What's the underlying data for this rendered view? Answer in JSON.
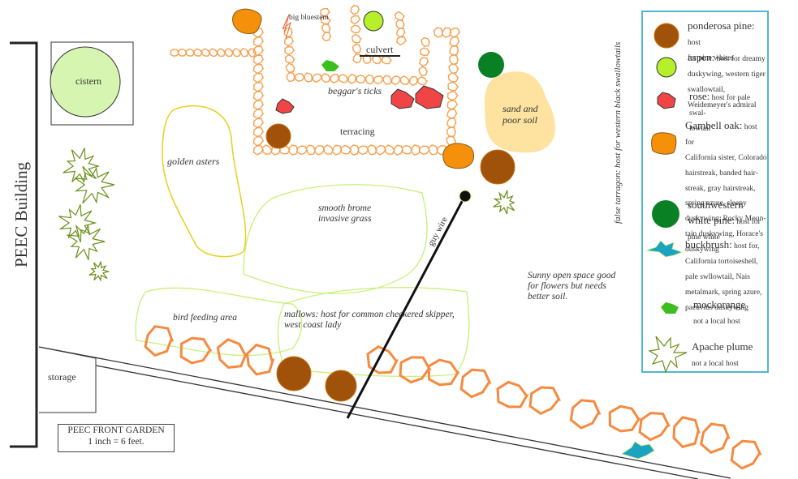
{
  "title": "PEEC FRONT GARDEN",
  "scale": "1 inch = 6 feet.",
  "building_label": "PEEC Building",
  "structures": {
    "cistern": "cistern",
    "storage": "storage",
    "culvert": "culvert",
    "guy_wire": "guy wire"
  },
  "area_labels": {
    "big_bluestem": "big bluestem",
    "beggars_ticks": "beggar's ticks",
    "terracing": "terracing",
    "sand_soil_line1": "sand and",
    "sand_soil_line2": "poor soil",
    "golden_asters": "golden asters",
    "smooth_brome_line1": "smooth brome",
    "smooth_brome_line2": "invasive grass",
    "bird_feeding": "bird feeding area",
    "mallows_line1": "mallows: host for common checkered skipper,",
    "mallows_line2": "west coast lady",
    "sunny_line1": "Sunny open space good",
    "sunny_line2": "for flowers but needs",
    "sunny_line3": "better soil.",
    "false_tarragon": "false tarragon: host for western black swallowtails"
  },
  "colors": {
    "ponderosa": "#a0520a",
    "aspen": "#b5f02a",
    "rose": "#f04545",
    "gambel_oak": "#f5900a",
    "sw_white_pine": "#0a8025",
    "buckbrush": "#1ba3c0",
    "mockorange": "#3cbf1e",
    "apache_plume": "#6a8f1a",
    "terrace_stone": "#f5a050",
    "border_stone": "#f58a40",
    "sand": "#fde2a0",
    "golden_aster_outline": "#e6d020",
    "grass_outline": "#c9f07a",
    "legend_border": "#4fb8cf"
  },
  "legend": [
    {
      "icon": "ponderosa-pine-icon",
      "name": "ponderosa pine:",
      "desc_inline": " host",
      "desc": "for pine whites"
    },
    {
      "icon": "aspen-icon",
      "name": "aspen:",
      "desc_inline": " host for dreamy",
      "desc": "duskywing, western tiger swallowtail, Weidemeyer's admiral"
    },
    {
      "icon": "rose-icon",
      "name": "rose:",
      "desc_inline": " host for pale swal-",
      "desc": "lowtail"
    },
    {
      "icon": "gambel-oak-icon",
      "name": "Gambell oak:",
      "desc_inline": "  host for",
      "desc": "California sister, Colorado hairstreak, banded hair-streak,  gray hairstreak, spring azure, sleepy duskywing, Rocky Moun-tain duskywing,  Horace's duskywing"
    },
    {
      "icon": "southwestern-white-pine-icon",
      "name": "southwestern white pine:",
      "desc_inline": " host for pine white",
      "desc": ""
    },
    {
      "icon": "buckbrush-icon",
      "name": "buckbrush:",
      "desc_inline": " host for,",
      "desc": "California tortoiseshell, pale swllowtail, Nais metalmark, spring azure, pacuvius duskywing"
    },
    {
      "icon": "mockorange-icon",
      "name": "mockorange",
      "desc_inline": "",
      "desc": "not a local host"
    },
    {
      "icon": "apache-plume-icon",
      "name": "Apache plume",
      "desc_inline": "",
      "desc": "not a local host"
    }
  ]
}
